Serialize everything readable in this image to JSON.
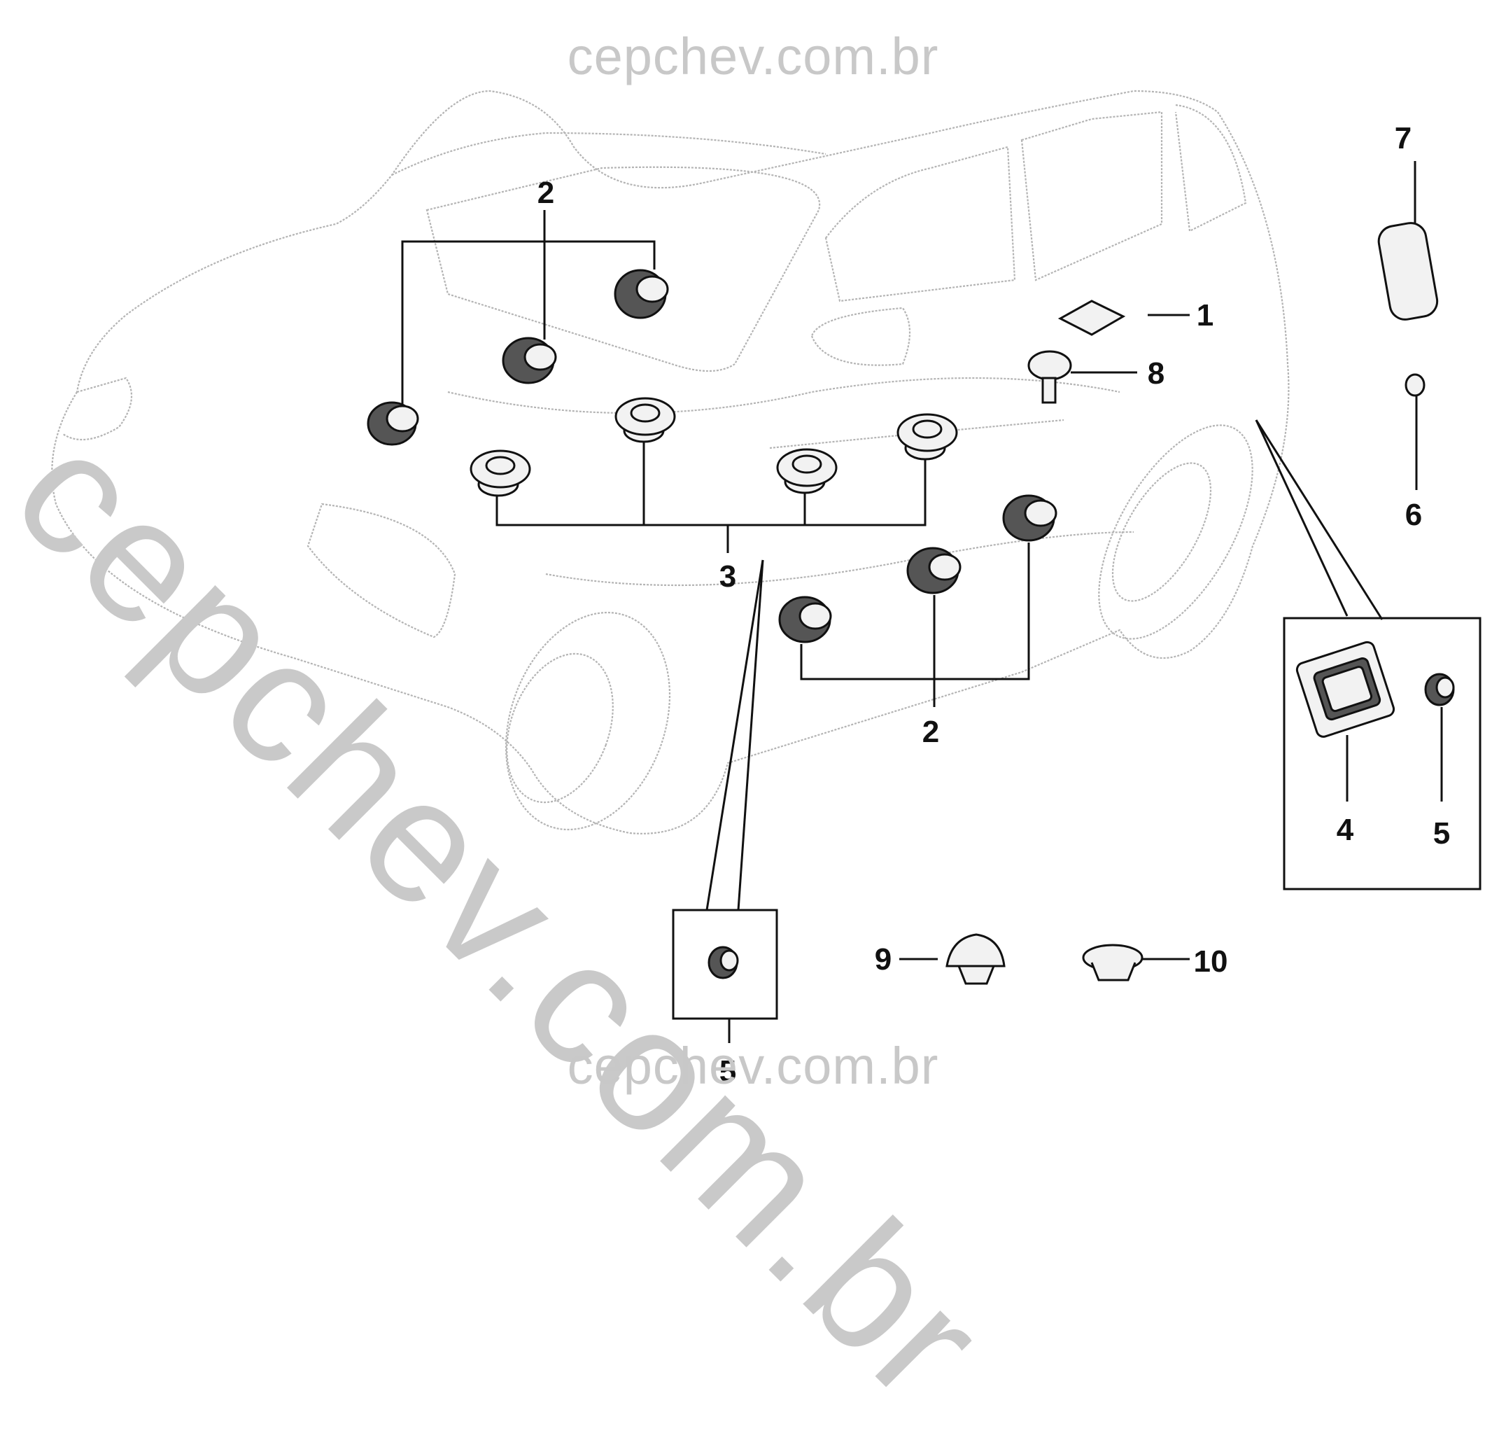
{
  "watermark": {
    "text": "cepchev.com.br"
  },
  "callouts": {
    "c1": "1",
    "c2_top": "2",
    "c2_bottom": "2",
    "c3": "3",
    "c4": "4",
    "c5_right": "5",
    "c5_bottom": "5",
    "c6": "6",
    "c7": "7",
    "c8": "8",
    "c9": "9",
    "c10": "10"
  }
}
